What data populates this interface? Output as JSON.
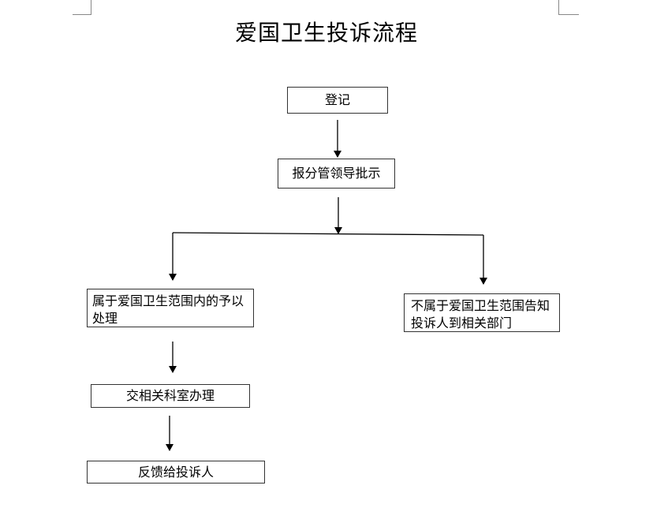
{
  "title": "爱国卫生投诉流程",
  "nodes": {
    "register": "登记",
    "leader_review": "报分管领导批示",
    "within_scope": "属于爱国卫生范围内的予以处理",
    "not_within_scope": "不属于爱国卫生范围告知投诉人到相关部门",
    "assign_department": "交相关科室办理",
    "feedback": "反馈给投诉人"
  }
}
